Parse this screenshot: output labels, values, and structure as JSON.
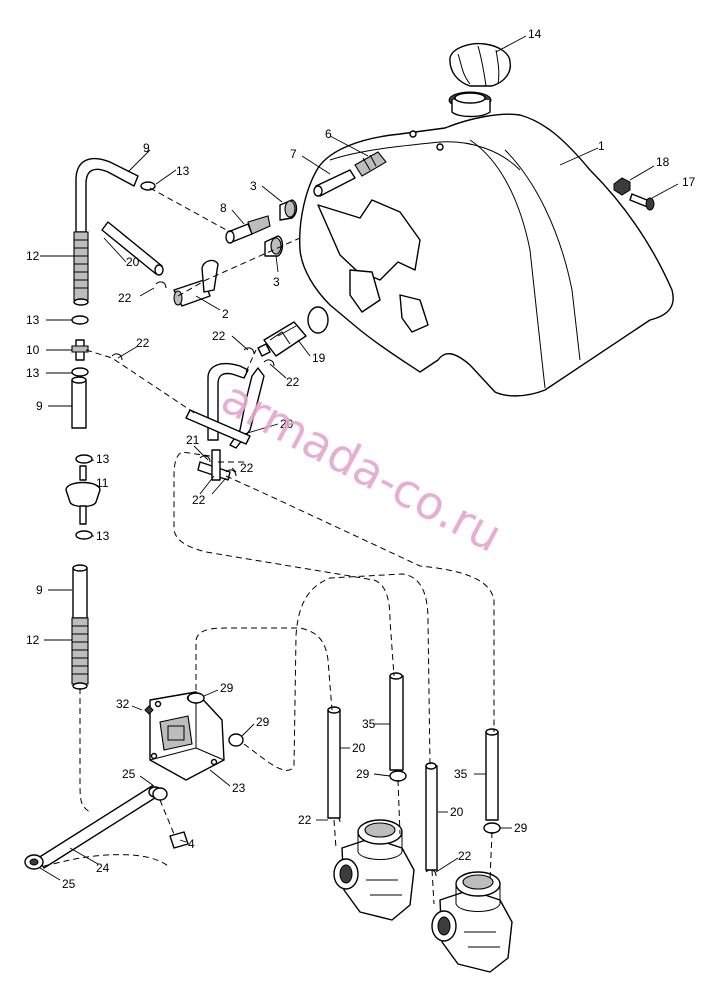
{
  "watermark": "armada-co.ru",
  "callouts": [
    "1",
    "2",
    "3",
    "3",
    "4",
    "6",
    "7",
    "8",
    "9",
    "9",
    "9",
    "10",
    "11",
    "12",
    "12",
    "13",
    "13",
    "13",
    "13",
    "13",
    "14",
    "17",
    "18",
    "19",
    "20",
    "20",
    "20",
    "20",
    "21",
    "22",
    "22",
    "22",
    "22",
    "22",
    "22",
    "22",
    "22",
    "23",
    "24",
    "25",
    "25",
    "29",
    "29",
    "29",
    "29",
    "32",
    "35",
    "35"
  ],
  "colors": {
    "ink": "#000000",
    "watermark": "#e4a6cf",
    "fill": "#ffffff",
    "shade": "#bdbdbd"
  }
}
